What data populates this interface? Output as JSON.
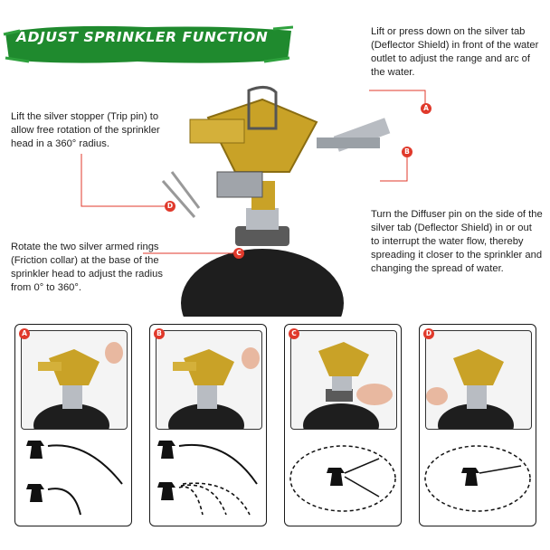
{
  "banner": {
    "title": "ADJUST SPRINKLER FUNCTION",
    "color": "#1f8a2e"
  },
  "notes": {
    "deflector": "Lift or press down on the silver tab (Deflector Shield) in front of the water outlet to adjust the range and arc of the water.",
    "trip_pin": "Lift the silver stopper (Trip pin) to allow free rotation of the sprinkler head in a 360° radius.",
    "diffuser": "Turn the Diffuser pin on the side of the silver tab (Deflector Shield) in or out to interrupt the water flow, thereby spreading it closer to the sprinkler and changing the spread of water.",
    "friction_collar": "Rotate the two silver armed rings (Friction collar) at the base of the sprinkler head to adjust the radius from 0° to 360°."
  },
  "markers": {
    "a": "A",
    "b": "B",
    "c": "C",
    "d": "D"
  },
  "panels": [
    {
      "marker": "A",
      "diagram": "range-arc"
    },
    {
      "marker": "B",
      "diagram": "water-spread"
    },
    {
      "marker": "C",
      "diagram": "partial-circle"
    },
    {
      "marker": "D",
      "diagram": "full-circle"
    }
  ],
  "colors": {
    "accent": "#e0392b",
    "brass": "#c9a227",
    "silver": "#b8bcc2",
    "base": "#1e1e1e"
  }
}
